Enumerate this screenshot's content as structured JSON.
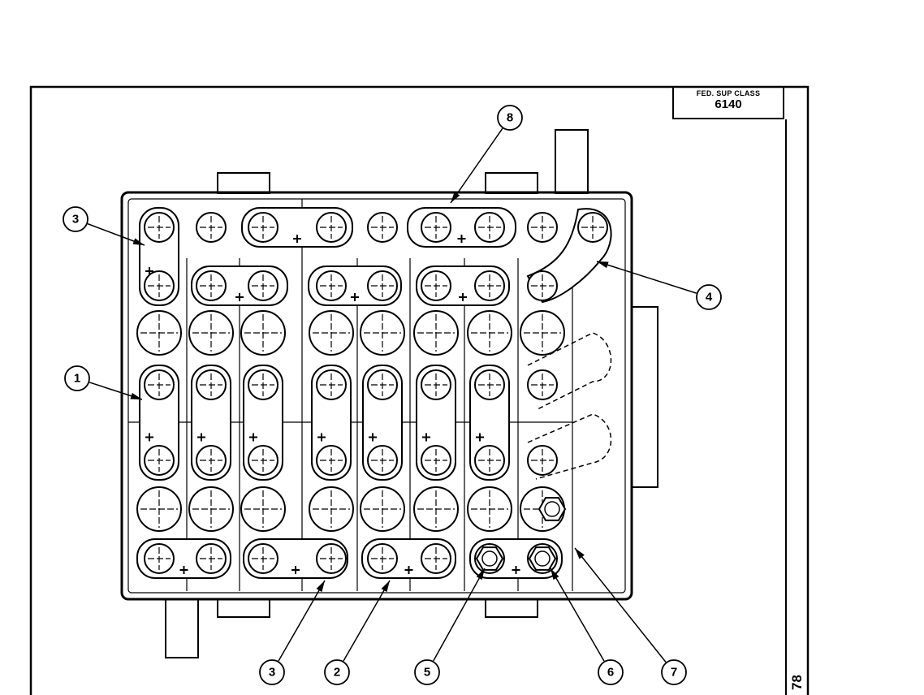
{
  "header_box": {
    "line1": "FED. SUP CLASS",
    "line2": "6140"
  },
  "page_number": "78",
  "callouts": [
    "1",
    "2",
    "3",
    "3",
    "4",
    "5",
    "6",
    "7",
    "8"
  ],
  "colors": {
    "ink": "#000000",
    "paper": "#ffffff"
  }
}
